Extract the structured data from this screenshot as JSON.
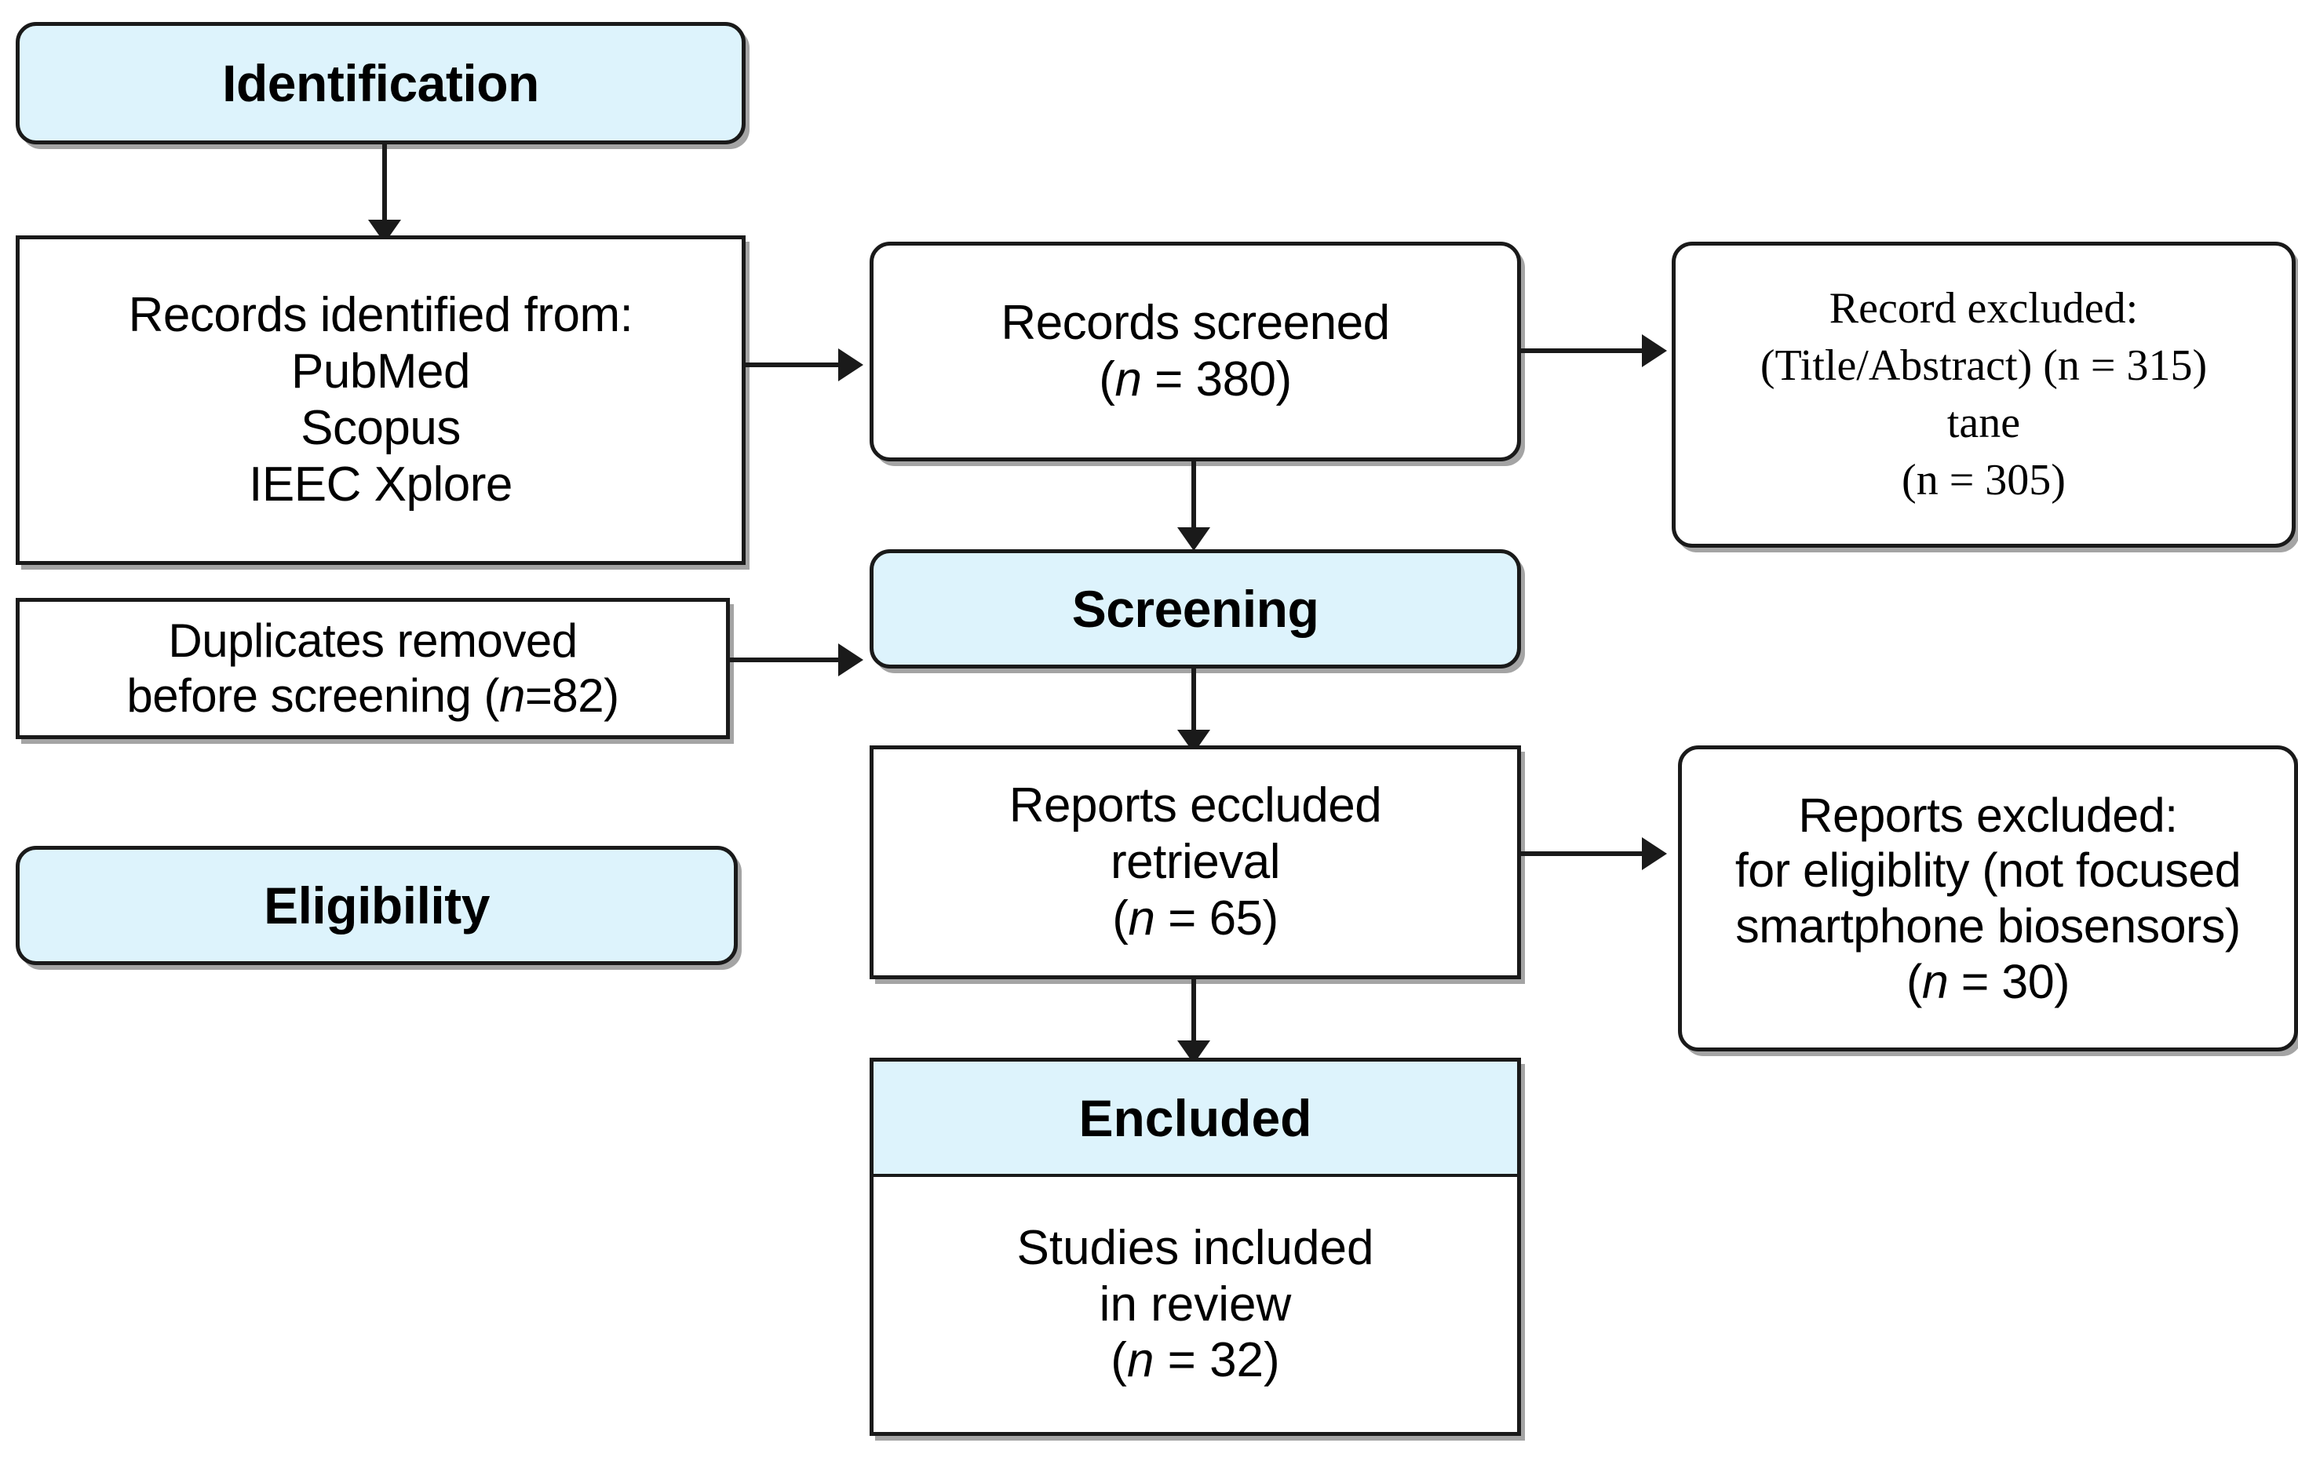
{
  "diagram": {
    "title": "PRISMA flow diagram",
    "colors": {
      "header_fill": "#ddf3fc",
      "box_border": "#1a1a1a",
      "box_fill": "#ffffff",
      "arrow": "#1a1a1a",
      "background": "#ffffff"
    },
    "stage_headers": {
      "identification": "Identification",
      "screening": "Screening",
      "eligibility": "Eligibility",
      "included": "Encluded"
    },
    "boxes": {
      "records_identified": {
        "line1": "Records identified from:",
        "line2": "PubMed",
        "line3": "Scopus",
        "line4": "IEEC Xplore"
      },
      "duplicates_removed": {
        "line1": "Duplicates removed",
        "line2_pre": "before screening (",
        "line2_n": "n",
        "line2_post": "=82)"
      },
      "records_screened": {
        "line1": "Records screened",
        "line2_pre": "(",
        "line2_n": "n",
        "line2_post": " = 380)"
      },
      "record_excluded": {
        "line1": "Record excluded:",
        "line2": "(Title/Abstract) (n = 315)",
        "line3": "tane",
        "line4": "(n = 305)"
      },
      "reports_eccluded": {
        "line1": "Reports eccluded",
        "line2": "retrieval",
        "line3_pre": "(",
        "line3_n": "n",
        "line3_post": " = 65)"
      },
      "reports_excluded": {
        "line1": "Reports excluded:",
        "line2": "for eligiblity (not focused",
        "line3": "smartphone biosensors)",
        "line4_pre": "(",
        "line4_n": "n",
        "line4_post": " = 30)"
      },
      "studies_included": {
        "line1": "Studies included",
        "line2": "in review",
        "line3_pre": "(",
        "line3_n": "n",
        "line3_post": " = 32)"
      }
    },
    "connectors": [
      {
        "name": "identification-to-records-identified",
        "type": "arrow-down"
      },
      {
        "name": "records-identified-to-records-screened",
        "type": "arrow-right"
      },
      {
        "name": "records-screened-to-record-excluded",
        "type": "arrow-right"
      },
      {
        "name": "records-screened-to-screening",
        "type": "arrow-down"
      },
      {
        "name": "duplicates-removed-to-screening",
        "type": "arrow-right"
      },
      {
        "name": "screening-to-reports-eccluded",
        "type": "arrow-down"
      },
      {
        "name": "reports-eccluded-to-reports-excluded",
        "type": "arrow-right"
      },
      {
        "name": "reports-eccluded-to-encluded",
        "type": "arrow-down"
      }
    ]
  }
}
